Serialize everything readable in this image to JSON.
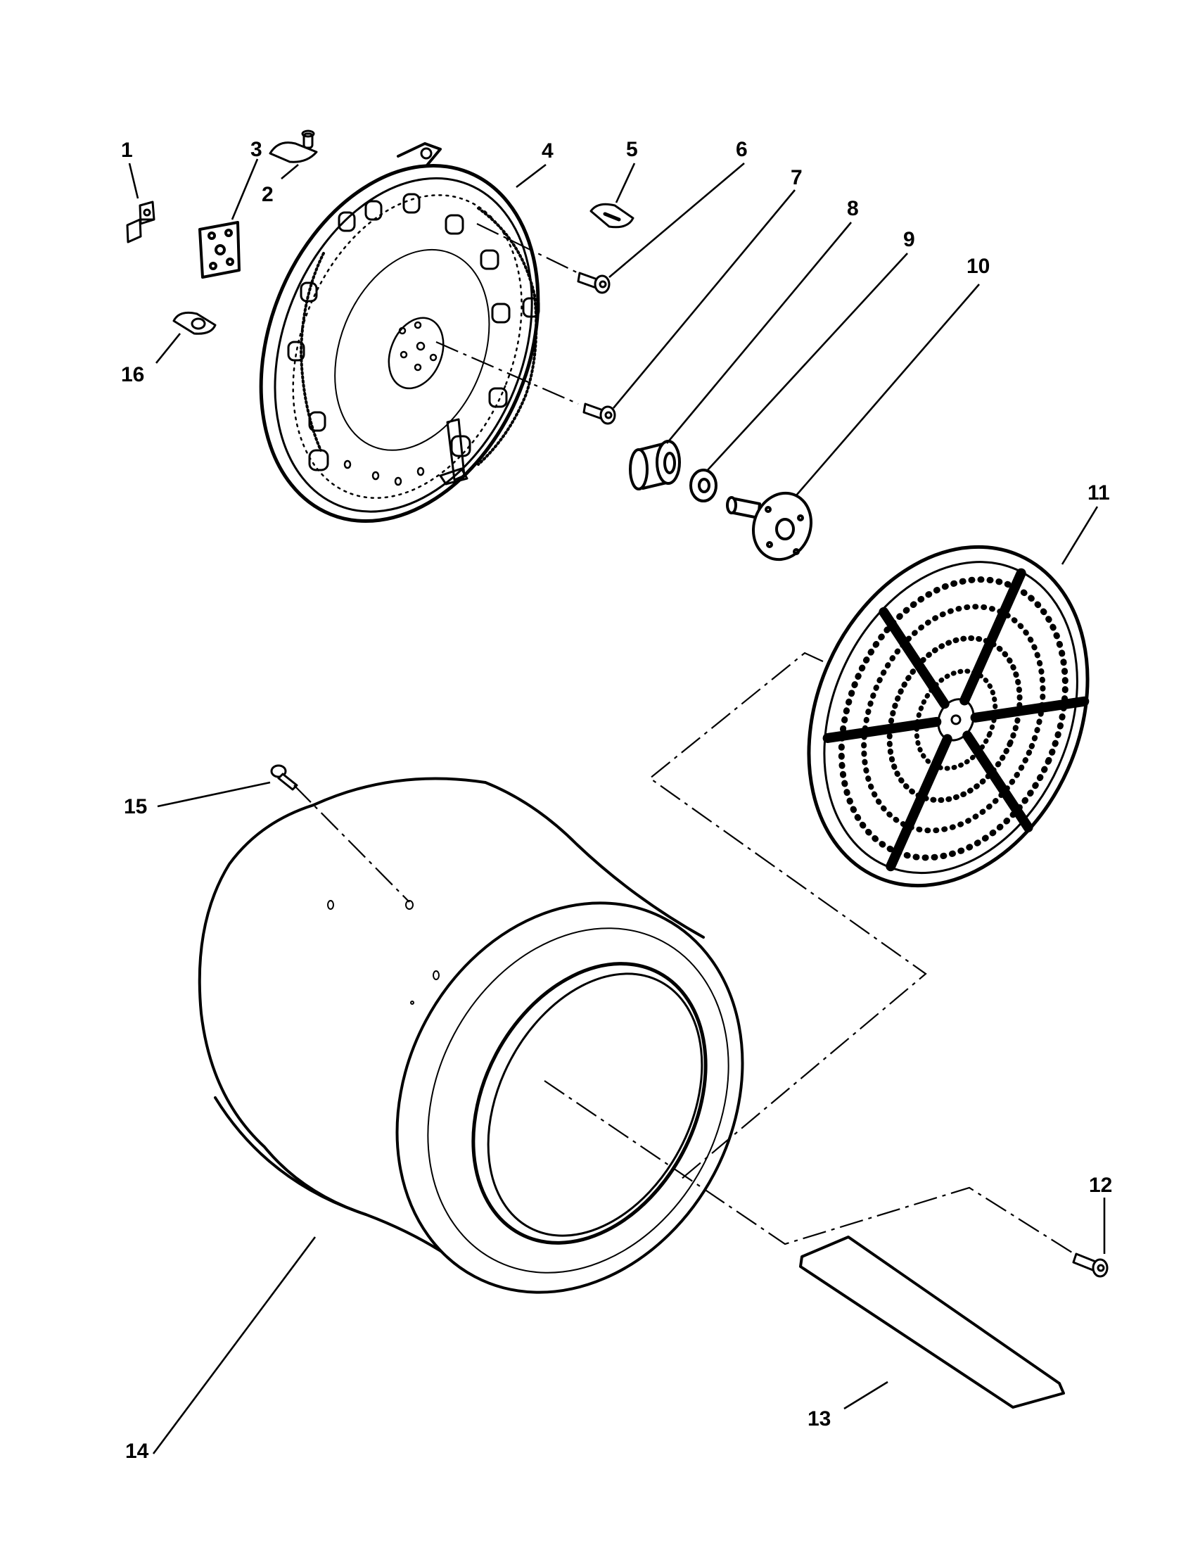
{
  "diagram": {
    "callouts": [
      "1",
      "2",
      "3",
      "4",
      "5",
      "6",
      "7",
      "8",
      "9",
      "10",
      "11",
      "12",
      "13",
      "14",
      "15",
      "16"
    ]
  },
  "colors": {
    "ink": "#000000",
    "paper": "#ffffff"
  }
}
